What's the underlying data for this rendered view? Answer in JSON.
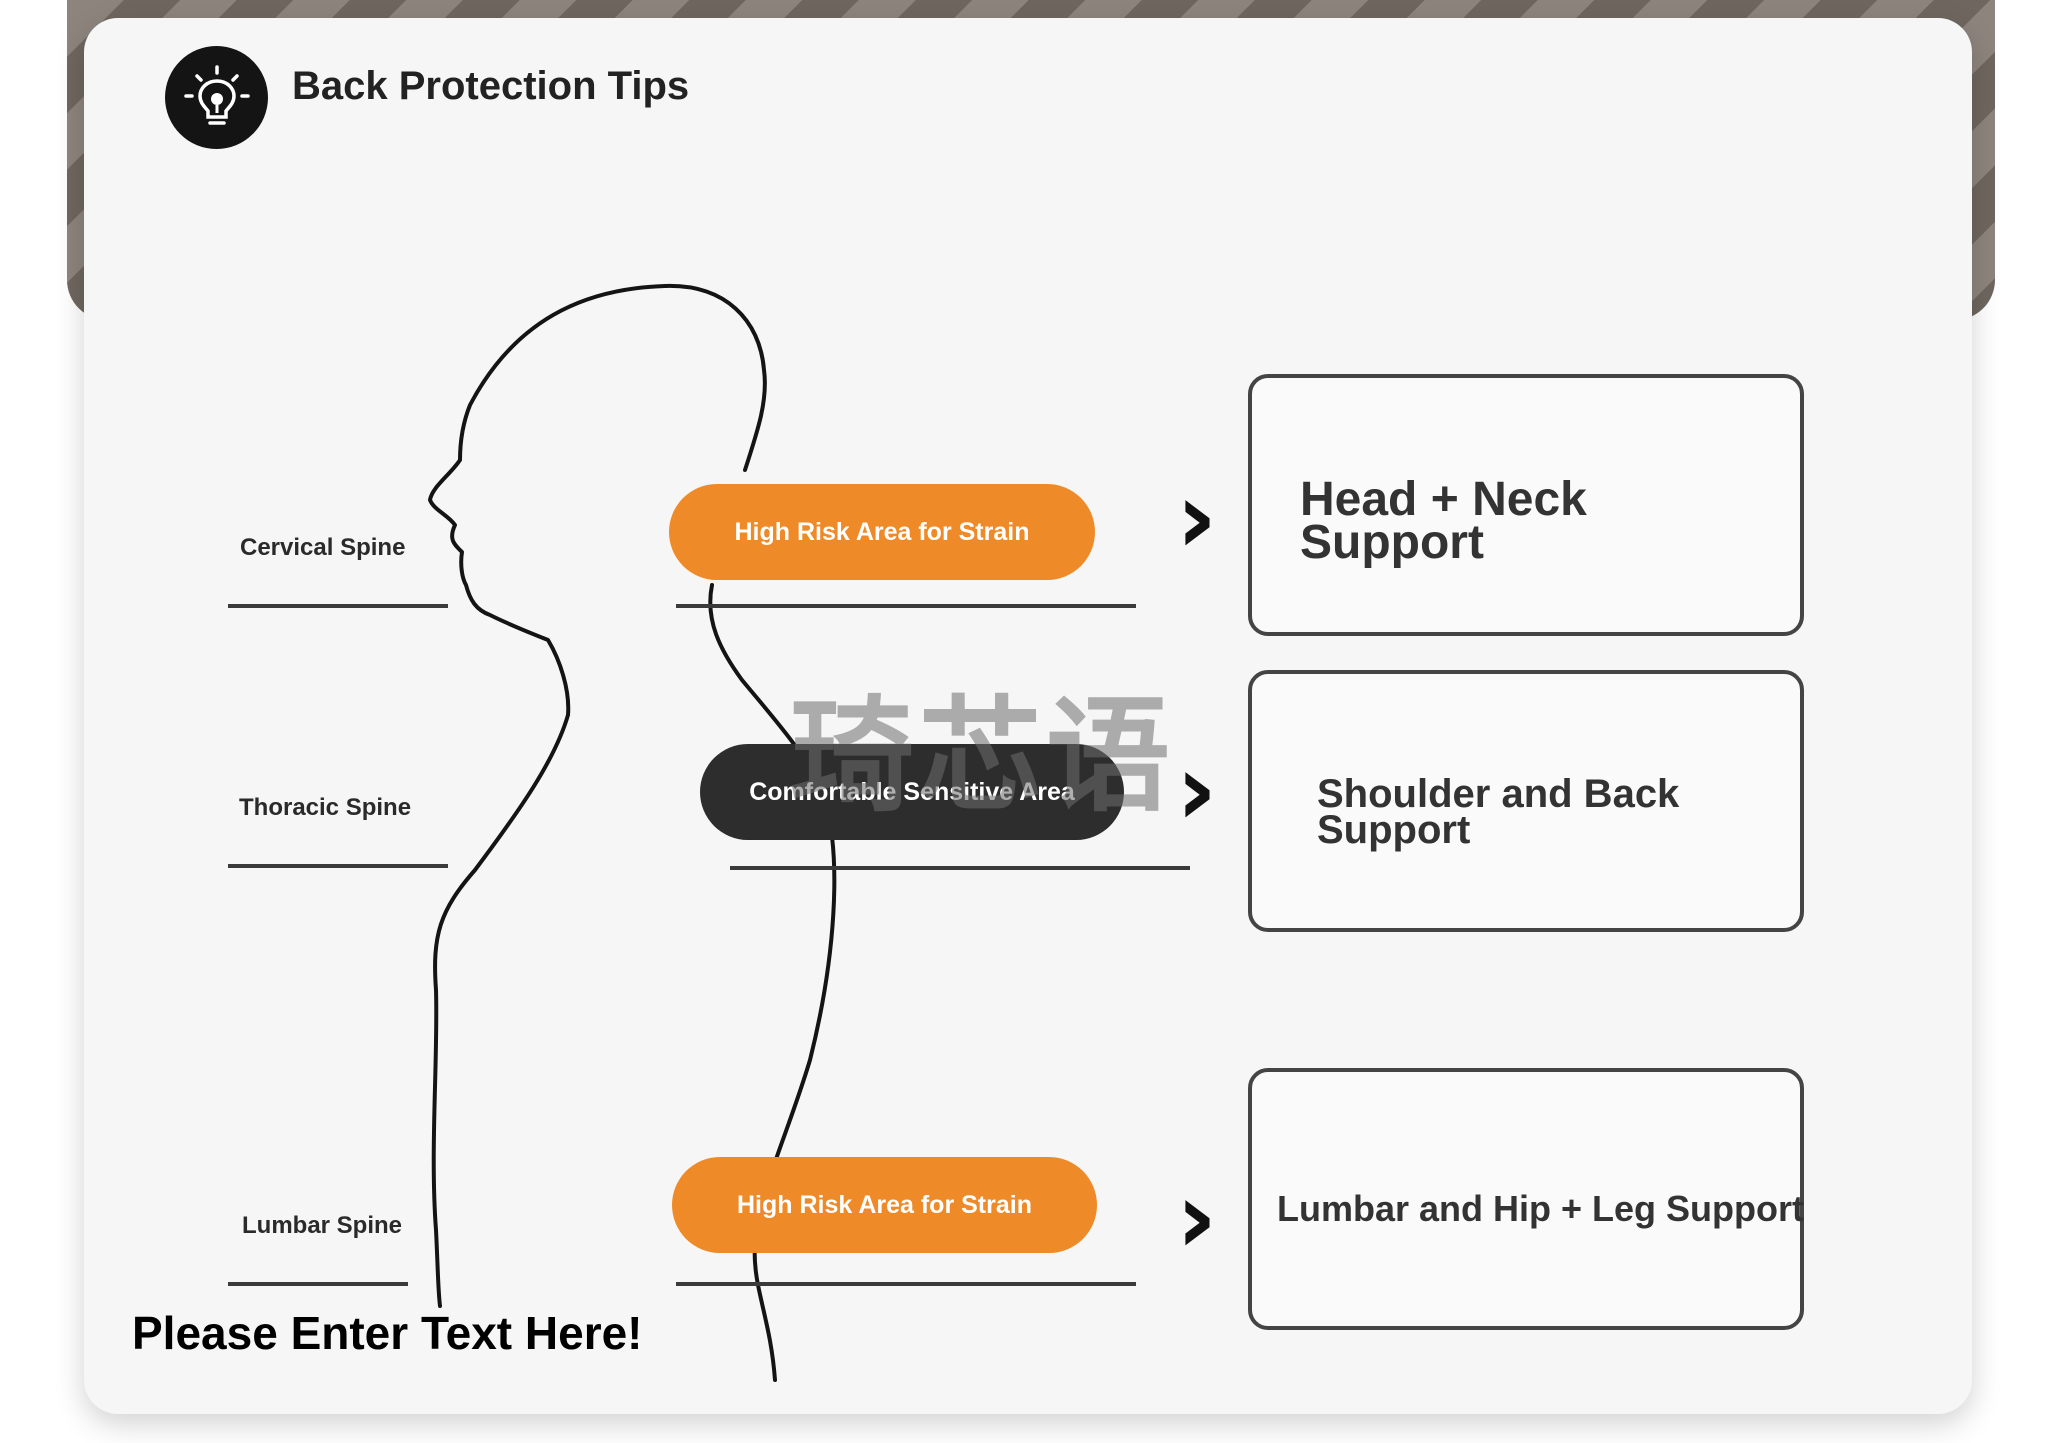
{
  "title": "Back Protection Tips",
  "spine_labels": {
    "cervical": "Cervical Spine",
    "thoracic": "Thoracic Spine",
    "lumbar": "Lumbar Spine"
  },
  "pills": {
    "top": "High Risk Area for Strain",
    "middle": "Comfortable Sensitive Area",
    "bottom": "High Risk Area for Strain"
  },
  "boxes": {
    "head_neck": {
      "line1": "Head + Neck",
      "line2": "Support"
    },
    "shoulder_back": {
      "line1": "Shoulder and Back",
      "line2": "Support"
    },
    "lumbar_hip": {
      "line1": "Lumbar and Hip + Leg Support"
    }
  },
  "watermark": "琦芯语",
  "footer_text": "Please Enter Text Here!",
  "icons": [
    "lightbulb-icon",
    "chevron-right-icon"
  ],
  "colors": {
    "high_risk": "#ef8a28",
    "sensitive": "#2d2d2d",
    "card": "#f6f6f6"
  }
}
